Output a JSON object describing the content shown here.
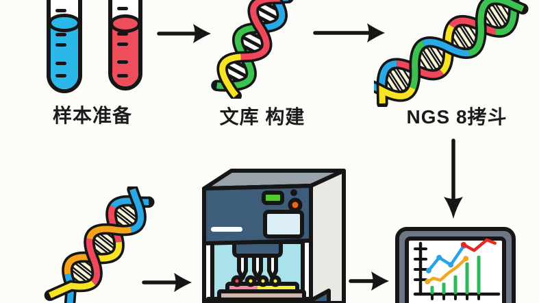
{
  "steps": [
    {
      "id": "sample-prep",
      "label": "样本准备"
    },
    {
      "id": "library-construction",
      "label": "文库 构建"
    },
    {
      "id": "ngs-sequencing",
      "label": "NGS 8拷斗"
    }
  ],
  "icons": {
    "arrow_right": "→",
    "arrow_down": "↓",
    "test_tube_blue": "test-tube with blue sample",
    "test_tube_red": "test-tube with red sample",
    "dna_helix": "double helix",
    "sequencer": "benchtop sequencing instrument",
    "monitor": "monitor with results chart"
  },
  "palette": {
    "background": "#fcfcf9",
    "ink": "#161616",
    "tube_blue": "#2bb7ea",
    "tube_red": "#ef4d5b",
    "dna_blue": "#2aa9e8",
    "dna_green": "#3cc24f",
    "dna_yellow": "#f8e224",
    "dna_red": "#f0485a",
    "dna_orange": "#f6a31c",
    "rung_cream": "#faf5d2",
    "machine_panel": "#3e5d7a",
    "machine_side": "#e9e8e3",
    "machine_top": "#9aa2ab",
    "chamber": "#a9e2ea",
    "machine_screen": "#dbeff4",
    "led_green": "#55c832",
    "dot_orange": "#f06414",
    "plate_pink": "#f989a0",
    "plate_yellow": "#f8ee3c",
    "plate_tan": "#cfb9ad",
    "monitor_frame": "#6e7884",
    "bar_green": "#2eb85c",
    "line_blue": "#27a3e8",
    "line_orange": "#f2a71e",
    "line_red": "#e8281e"
  },
  "helices": [
    {
      "id": "h1",
      "strand_a": [
        "blue",
        "green",
        "green"
      ],
      "strand_b": [
        "red",
        "red",
        "yellow"
      ]
    },
    {
      "id": "h2",
      "strand_a": [
        "blue",
        "red",
        "yellow",
        "red",
        "green"
      ],
      "strand_b": [
        "yellow",
        "green",
        "blue",
        "green",
        "green"
      ]
    },
    {
      "id": "h3",
      "strand_a": [
        "blue",
        "orange",
        "yellow",
        "red",
        "blue"
      ],
      "strand_b": [
        "yellow",
        "red",
        "orange",
        "blue"
      ]
    }
  ],
  "sequencer": {
    "indicator_leds": [
      "green",
      "black",
      "orange"
    ],
    "probe_count": 3,
    "sample_well_colors": [
      "red",
      "yellow",
      "yellow",
      "yellow"
    ]
  },
  "monitor": {
    "chart": {
      "type": "mixed",
      "y_ticks": 4,
      "bars": {
        "color_key": "bar_green",
        "x": [
          1,
          2,
          3,
          4,
          5
        ],
        "values": [
          1.7,
          2.4,
          3.9,
          6.6,
          8.0
        ]
      },
      "lines": [
        {
          "name": "blue-series",
          "color_key": "line_blue",
          "x": [
            0.7,
            1.6,
            2.6,
            3.7
          ],
          "y": [
            4.9,
            7.6,
            6.1,
            10.0
          ],
          "dots": "all"
        },
        {
          "name": "orange-series",
          "color_key": "line_orange",
          "x": [
            0.6,
            1.1,
            1.7,
            2.4,
            3.1,
            3.9
          ],
          "y": [
            2.6,
            3.3,
            2.9,
            4.4,
            5.6,
            7.4
          ],
          "dots": "ends"
        },
        {
          "name": "red-series",
          "color_key": "line_red",
          "x": [
            3.7,
            4.6,
            5.7,
            6.4
          ],
          "y": [
            10.3,
            9.1,
            11.3,
            10.6
          ],
          "dots": "start"
        }
      ]
    }
  }
}
